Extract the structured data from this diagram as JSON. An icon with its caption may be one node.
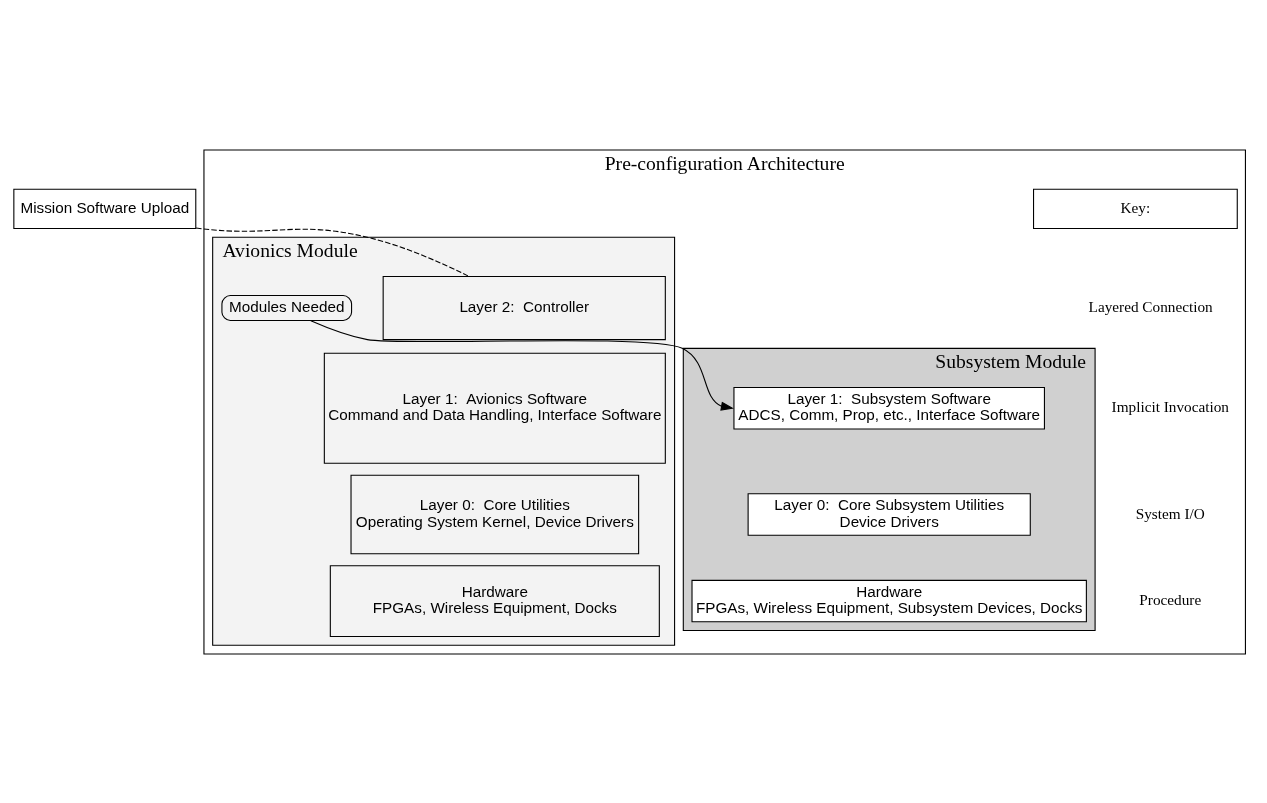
{
  "diagram": {
    "nodes": [
      {
        "text": [
          "Mission Software Upload"
        ]
      },
      {
        "text": [
          "Pre-configuration Architecture"
        ]
      },
      {
        "text": [
          "Key:"
        ],
        "in": 1
      },
      {
        "text": [
          "Avionics Module"
        ],
        "in": 1
      },
      {
        "text": [
          "Layer 2:  Controller"
        ],
        "in": 3
      },
      {
        "text": [
          "Layer 1:  Avionics Software",
          "Command and Data Handling, Interface Software"
        ],
        "in": 3
      },
      {
        "text": [
          "Modules Needed"
        ],
        "in": 3
      },
      {
        "text": [
          "Layer 0:  Core Utilities",
          "Operating System Kernel, Device Drivers"
        ],
        "in": 3
      },
      {
        "text": [
          "Hardware",
          "FPGAs, Wireless Equipment, Docks"
        ],
        "in": 3
      },
      {
        "text": [
          "Subsystem Module"
        ],
        "in": 1
      },
      {
        "text": [
          "Layer 1:  Subsystem Software",
          "ADCS, Comm, Prop, etc., Interface Software"
        ],
        "in": 9
      },
      {
        "text": [
          "Layer 0:  Core Subsystem Utilities",
          "Device Drivers"
        ],
        "in": 9
      },
      {
        "text": [
          "Hardware",
          "FPGAs, Wireless Equipment, Subsystem Devices, Docks"
        ],
        "in": 9
      }
    ],
    "edges": [
      {
        "from": 0,
        "to": 4,
        "arrow": "none",
        "style": "dashed"
      },
      {
        "from": 6,
        "to": 10,
        "arrow": "to"
      }
    ],
    "legend": [
      {
        "text": "Layered Connection"
      },
      {
        "text": "Implicit Invocation"
      },
      {
        "text": "System I/O"
      },
      {
        "text": "Procedure"
      }
    ]
  }
}
